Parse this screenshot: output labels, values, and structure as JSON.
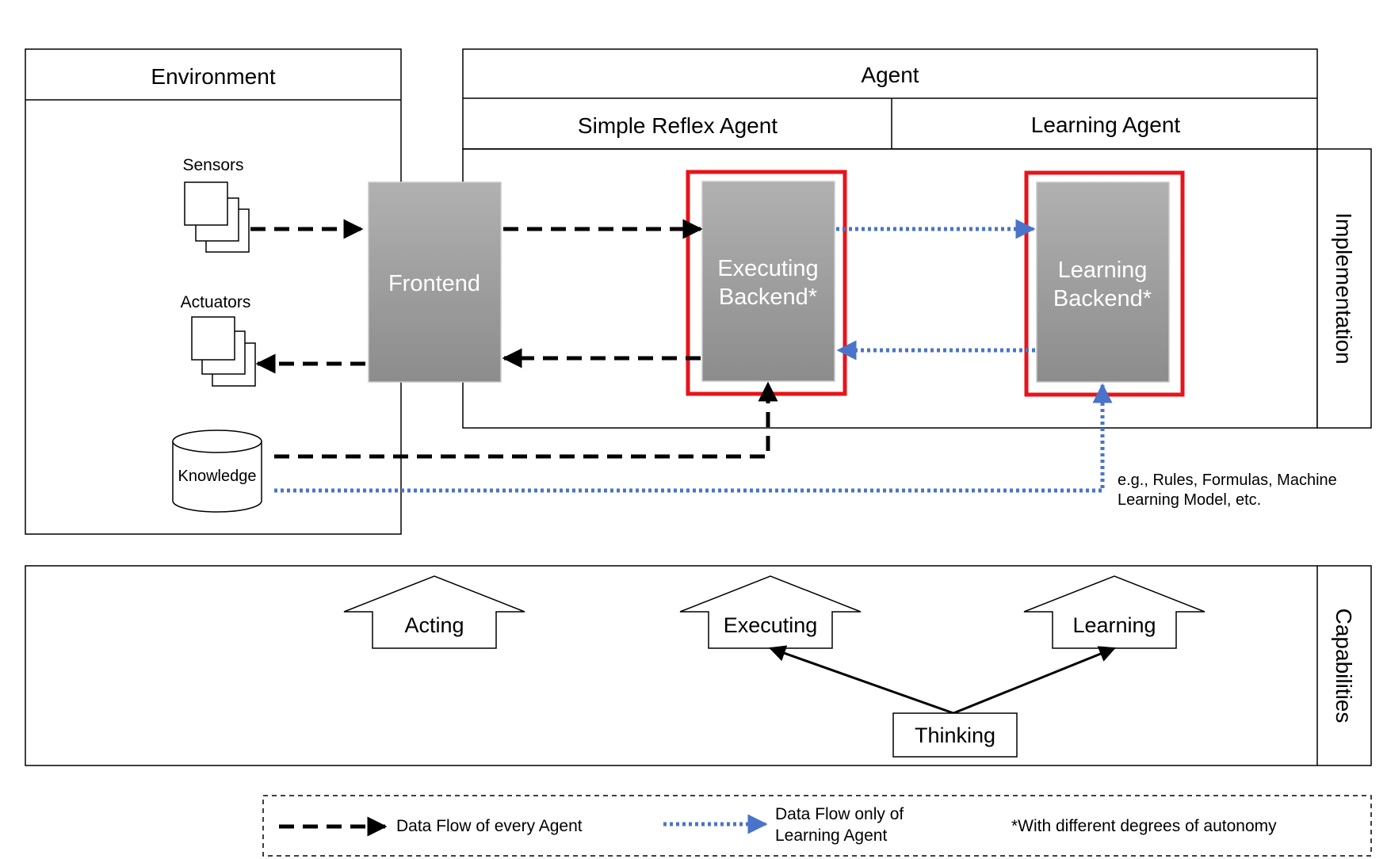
{
  "environment": {
    "title": "Environment",
    "sensors_label": "Sensors",
    "actuators_label": "Actuators",
    "knowledge_label": "Knowledge"
  },
  "agent": {
    "title": "Agent",
    "simple_reflex_label": "Simple Reflex Agent",
    "learning_agent_label": "Learning Agent",
    "implementation_label": "Implementation"
  },
  "blocks": {
    "frontend": "Frontend",
    "executing_backend_line1": "Executing",
    "executing_backend_line2": "Backend*",
    "learning_backend_line1": "Learning",
    "learning_backend_line2": "Backend*"
  },
  "knowledge_note": {
    "line1": "e.g., Rules, Formulas, Machine",
    "line2": "Learning Model, etc."
  },
  "capabilities": {
    "title": "Capabilities",
    "acting": "Acting",
    "executing": "Executing",
    "learning": "Learning",
    "thinking": "Thinking"
  },
  "legend": {
    "every_agent": "Data Flow of every Agent",
    "learning_only_line1": "Data Flow only of",
    "learning_only_line2": "Learning Agent",
    "autonomy_note": "*With different degrees of autonomy"
  },
  "colors": {
    "highlight": "#e8131b",
    "blue_flow": "#4a74c9",
    "block_top": "#b1b1b1",
    "block_bottom": "#8c8c8c"
  }
}
